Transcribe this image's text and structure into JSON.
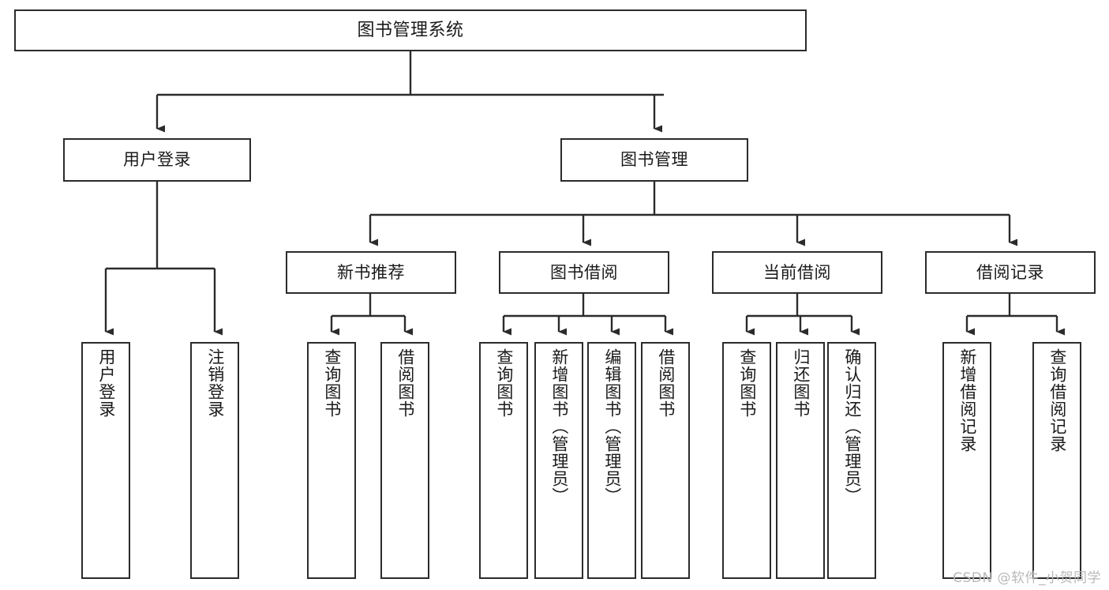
{
  "diagram": {
    "title": "图书管理系统",
    "type": "tree",
    "watermark": "CSDN @软件_小贺同学",
    "colors": {
      "box_border": "#2b2b2b",
      "box_fill": "#ffffff",
      "edge": "#2b2b2b",
      "text": "#1a1a1a",
      "watermark": "#b9b9b9",
      "background": "#ffffff"
    },
    "levels": {
      "root": "系统",
      "level2": "模块",
      "level3": "子模块",
      "leaf": "功能"
    }
  },
  "nodes": {
    "root": {
      "label": "图书管理系统"
    },
    "level2": [
      {
        "id": "user-login",
        "label": "用户登录"
      },
      {
        "id": "book-manage",
        "label": "图书管理"
      }
    ],
    "level3": [
      {
        "id": "new-book-recommend",
        "label": "新书推荐",
        "parent": "book-manage"
      },
      {
        "id": "book-borrow",
        "label": "图书借阅",
        "parent": "book-manage"
      },
      {
        "id": "current-borrow",
        "label": "当前借阅",
        "parent": "book-manage"
      },
      {
        "id": "borrow-record",
        "label": "借阅记录",
        "parent": "book-manage"
      }
    ],
    "leaves": {
      "user-login": [
        {
          "id": "leaf-user-login",
          "label": "用户登录"
        },
        {
          "id": "leaf-user-logout",
          "label": "注销登录"
        }
      ],
      "new-book-recommend": [
        {
          "id": "leaf-query-book-1",
          "label": "查询图书"
        },
        {
          "id": "leaf-borrow-book-1",
          "label": "借阅图书"
        }
      ],
      "book-borrow": [
        {
          "id": "leaf-query-book-2",
          "label": "查询图书"
        },
        {
          "id": "leaf-add-book",
          "label": "新增图书（管理员）"
        },
        {
          "id": "leaf-edit-book",
          "label": "编辑图书（管理员）"
        },
        {
          "id": "leaf-borrow-book-2",
          "label": "借阅图书"
        }
      ],
      "current-borrow": [
        {
          "id": "leaf-query-book-3",
          "label": "查询图书"
        },
        {
          "id": "leaf-return-book",
          "label": "归还图书"
        },
        {
          "id": "leaf-confirm-return",
          "label": "确认归还（管理员）"
        }
      ],
      "borrow-record": [
        {
          "id": "leaf-add-record",
          "label": "新增借阅记录"
        },
        {
          "id": "leaf-query-record",
          "label": "查询借阅记录"
        }
      ]
    }
  }
}
